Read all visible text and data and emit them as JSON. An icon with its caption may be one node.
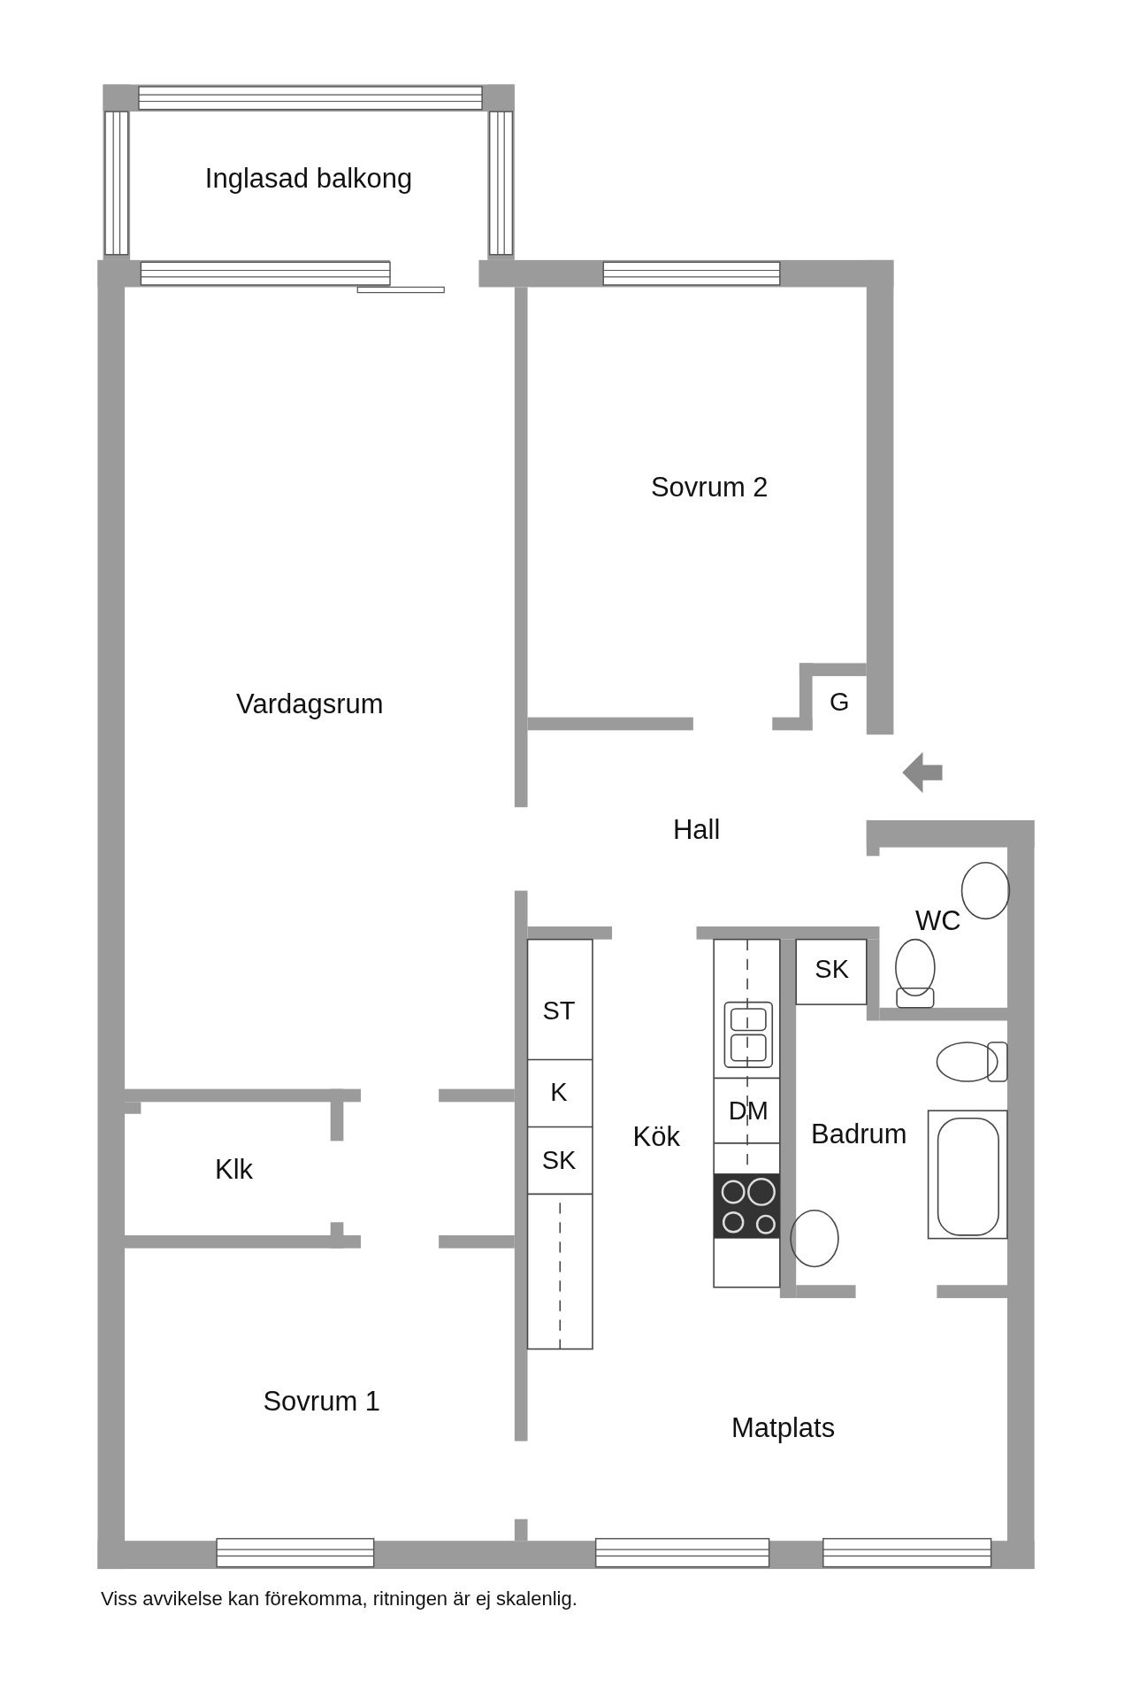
{
  "diagram": {
    "caption": "Viss avvikelse kan förekomma, ritningen är ej skalenlig.",
    "labels": [
      "Inglasad balkong",
      "Sovrum 2",
      "Vardagsrum",
      "G",
      "Hall",
      "WC",
      "ST",
      "SK",
      "K",
      "DM",
      "Kök",
      "Badrum",
      "SK",
      "Klk",
      "Sovrum 1",
      "Matplats"
    ]
  }
}
